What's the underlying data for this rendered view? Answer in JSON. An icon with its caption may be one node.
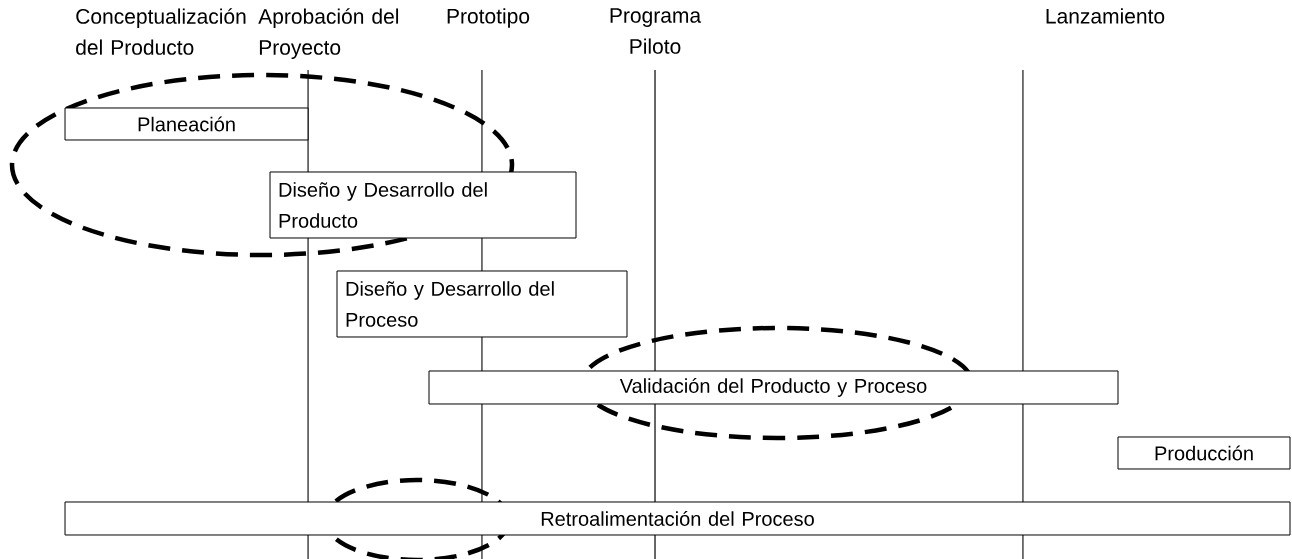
{
  "diagram": {
    "nodes": [
      {
        "text": [
          "Planeación"
        ]
      },
      {
        "text": [
          "Diseño y Desarrollo del Producto"
        ]
      },
      {
        "text": [
          "Diseño y Desarrollo del Proceso"
        ]
      },
      {
        "text": [
          "Validación del Producto y Proceso"
        ]
      },
      {
        "text": [
          "Producción"
        ]
      },
      {
        "text": [
          "Retroalimentación del Proceso"
        ]
      }
    ],
    "edges": [],
    "labels": [
      "Conceptualización del Producto",
      "Aprobación del Proyecto",
      "Prototipo",
      "Programa Piloto",
      "Lanzamiento"
    ]
  }
}
